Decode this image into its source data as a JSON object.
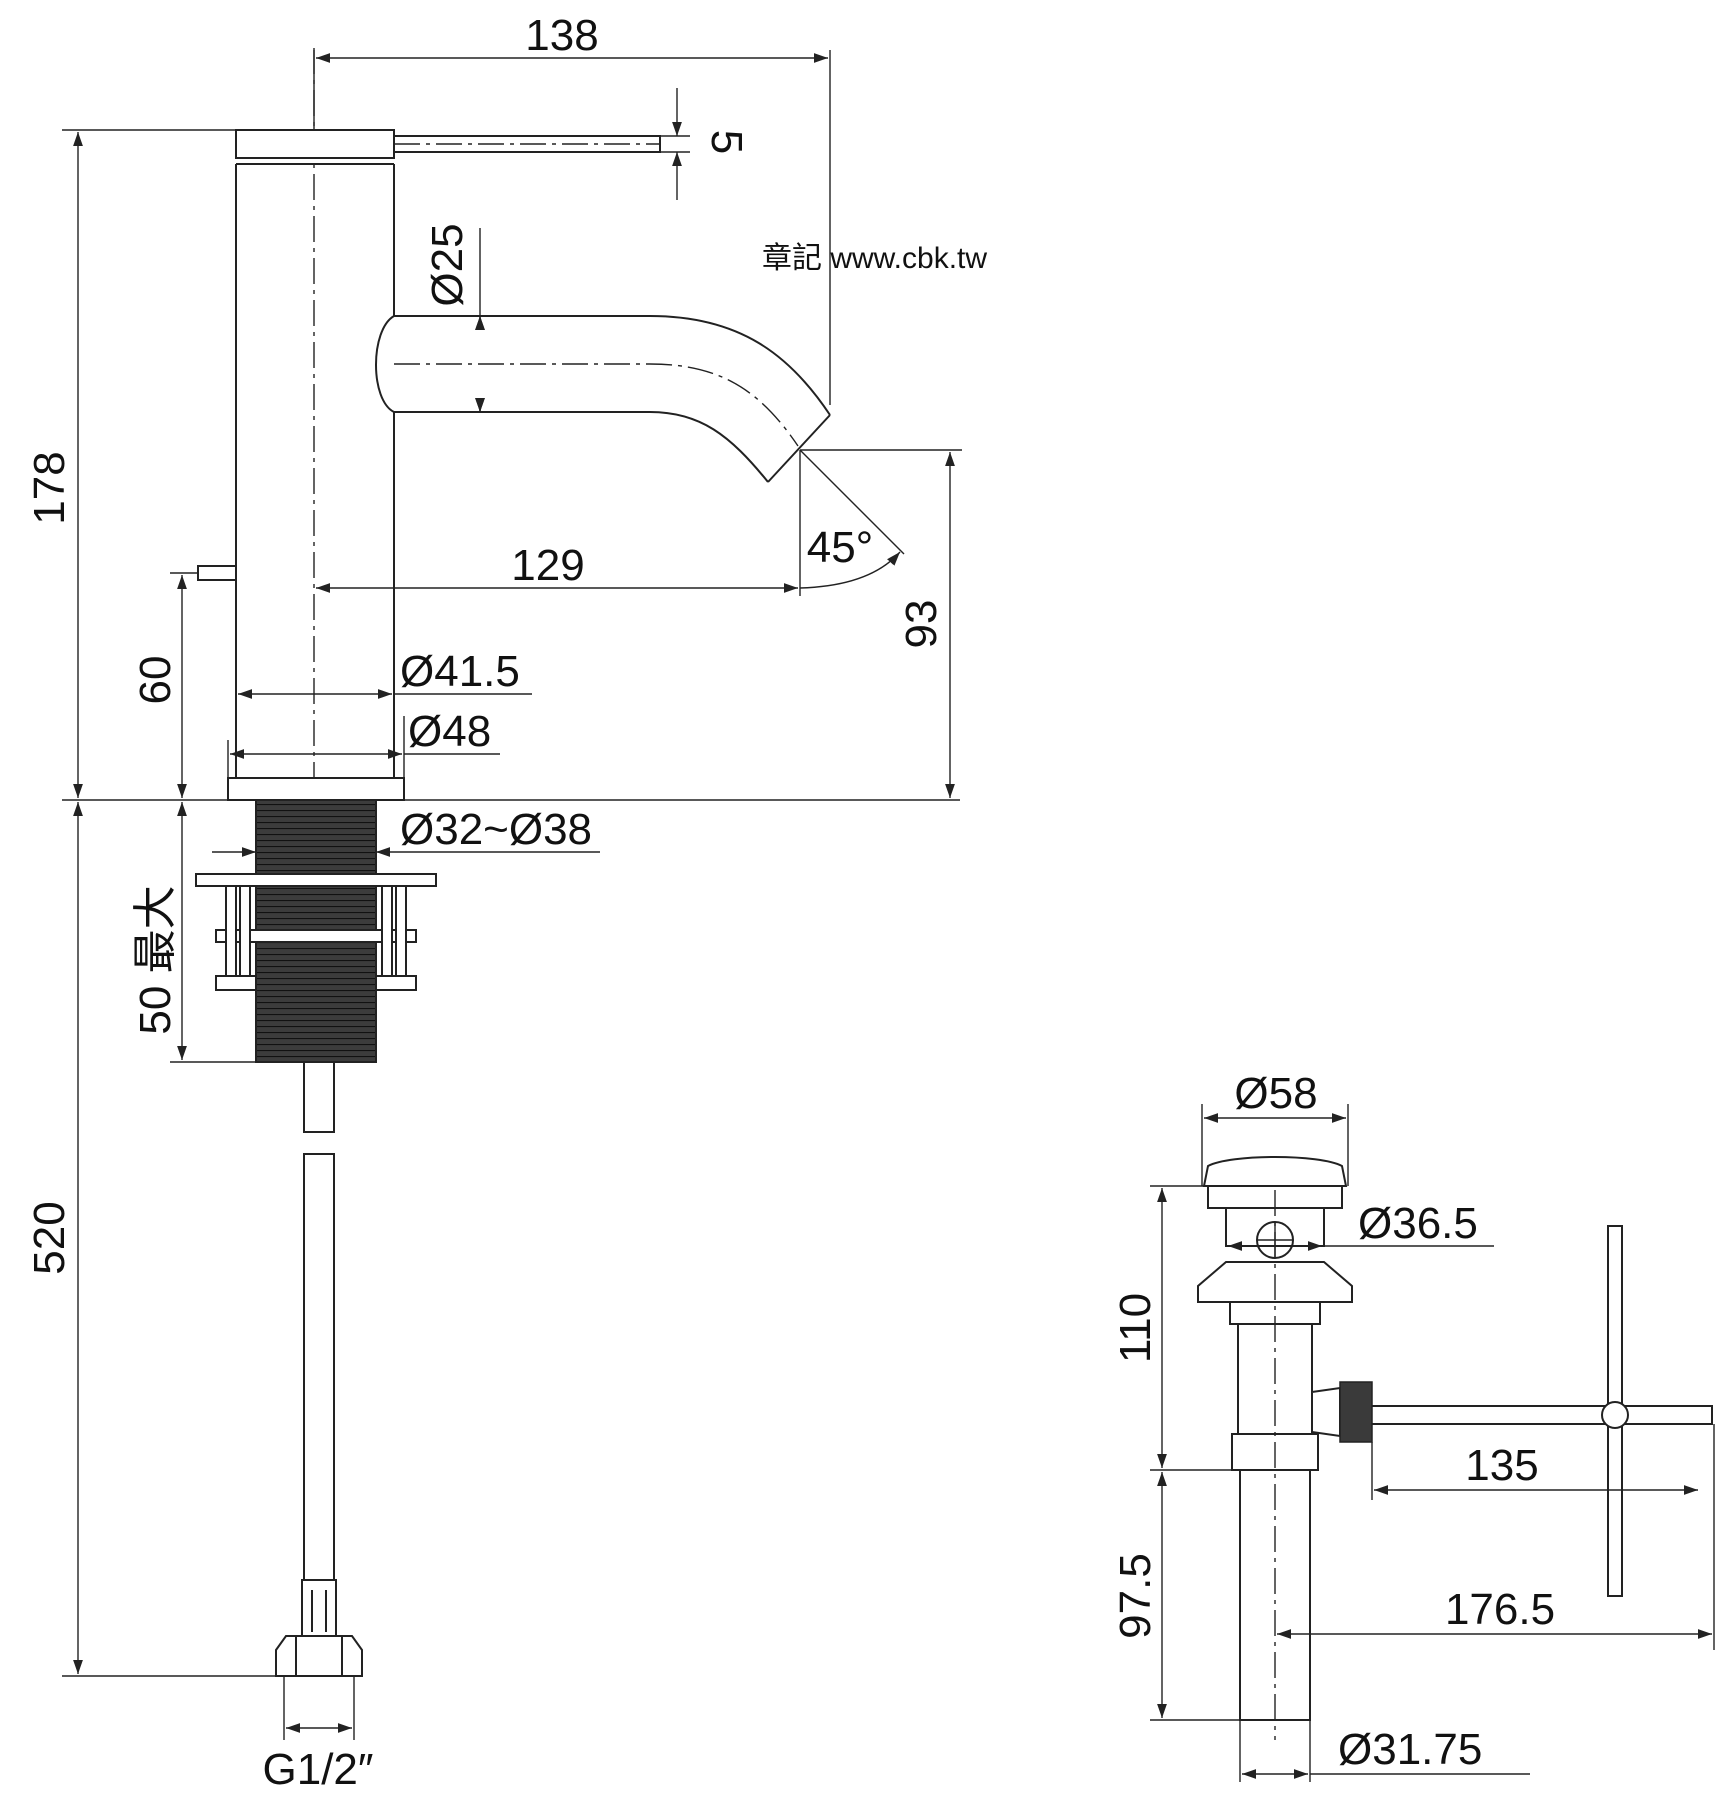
{
  "watermark": "章記 www.cbk.tw",
  "faucet": {
    "total_width": "138",
    "handle_thickness": "5",
    "spout_diameter": "Ø25",
    "total_height": "178",
    "spout_reach": "129",
    "spout_angle": "45°",
    "spout_height": "93",
    "lever_height": "60",
    "body_diameter": "Ø41.5",
    "base_diameter": "Ø48",
    "hole_diameter": "Ø32~Ø38",
    "max_thickness": "50 最大",
    "hose_length": "520",
    "connection": "G1/2″"
  },
  "drain": {
    "cap_diameter": "Ø58",
    "body_diameter": "Ø36.5",
    "upper_height": "110",
    "rod_length": "135",
    "lower_height": "97.5",
    "total_reach": "176.5",
    "pipe_diameter": "Ø31.75"
  }
}
